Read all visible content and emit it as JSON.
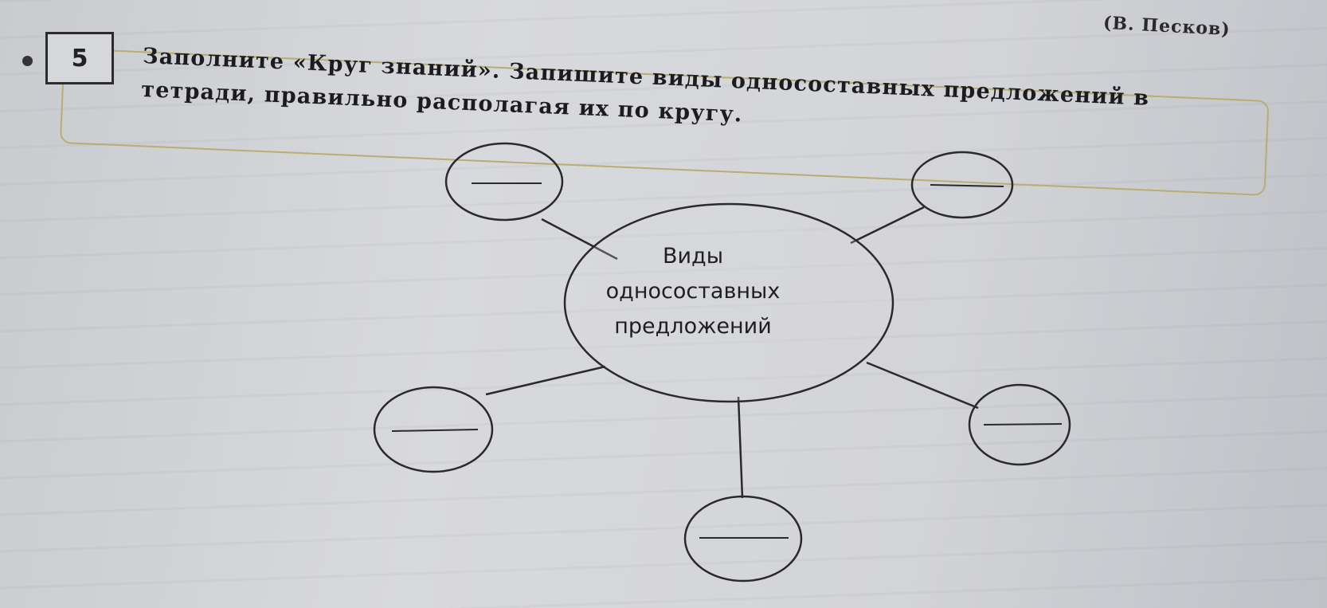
{
  "header": {
    "author": "(В. Песков)"
  },
  "task": {
    "number": "5",
    "line1": "Заполните «Круг знаний». Запишите виды односоставных предложений в",
    "line2": "тетради, правильно располагая их по кругу."
  },
  "diagram": {
    "center": {
      "line1": "Виды",
      "line2": "односоставных",
      "line3": "предложений"
    },
    "satellite_blanks": 5
  }
}
